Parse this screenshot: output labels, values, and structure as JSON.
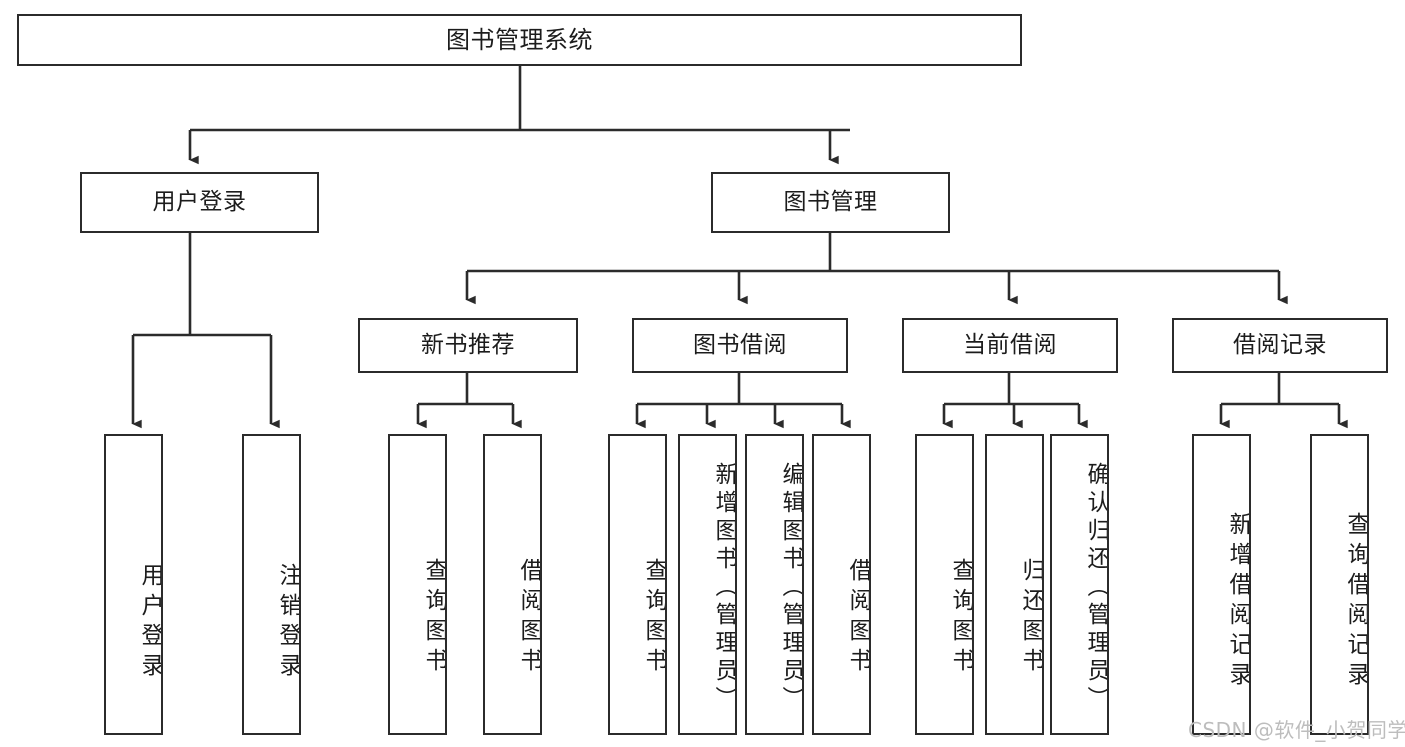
{
  "diagram": {
    "title": "图书管理系统",
    "watermark": "CSDN @软件_小贺同学",
    "style": {
      "stroke": "#2b2b2b",
      "background": "#ffffff",
      "watermark_color": "#bdbdbd"
    },
    "levels": {
      "root": {
        "label": "图书管理系统"
      },
      "level2": [
        {
          "id": "user-login",
          "label": "用户登录"
        },
        {
          "id": "book-management",
          "label": "图书管理"
        }
      ],
      "level3": [
        {
          "id": "new-book-recommend",
          "label": "新书推荐",
          "parent": "book-management"
        },
        {
          "id": "book-borrow",
          "label": "图书借阅",
          "parent": "book-management"
        },
        {
          "id": "current-borrow",
          "label": "当前借阅",
          "parent": "book-management"
        },
        {
          "id": "borrow-record",
          "label": "借阅记录",
          "parent": "book-management"
        }
      ],
      "leaves": [
        {
          "id": "leaf-user-login",
          "label": "用户登录",
          "parent": "user-login"
        },
        {
          "id": "leaf-logout",
          "label": "注销登录",
          "parent": "user-login"
        },
        {
          "id": "leaf-query-book-1",
          "label": "查询图书",
          "parent": "new-book-recommend"
        },
        {
          "id": "leaf-borrow-book-1",
          "label": "借阅图书",
          "parent": "new-book-recommend"
        },
        {
          "id": "leaf-query-book-2",
          "label": "查询图书",
          "parent": "book-borrow"
        },
        {
          "id": "leaf-add-book",
          "label": "新增图书（管理员）",
          "parent": "book-borrow"
        },
        {
          "id": "leaf-edit-book",
          "label": "编辑图书（管理员）",
          "parent": "book-borrow"
        },
        {
          "id": "leaf-borrow-book-2",
          "label": "借阅图书",
          "parent": "book-borrow"
        },
        {
          "id": "leaf-query-book-3",
          "label": "查询图书",
          "parent": "current-borrow"
        },
        {
          "id": "leaf-return-book",
          "label": "归还图书",
          "parent": "current-borrow"
        },
        {
          "id": "leaf-confirm-return",
          "label": "确认归还（管理员）",
          "parent": "current-borrow"
        },
        {
          "id": "leaf-add-record",
          "label": "新增借阅记录",
          "parent": "borrow-record"
        },
        {
          "id": "leaf-query-record",
          "label": "查询借阅记录",
          "parent": "borrow-record"
        }
      ]
    }
  }
}
